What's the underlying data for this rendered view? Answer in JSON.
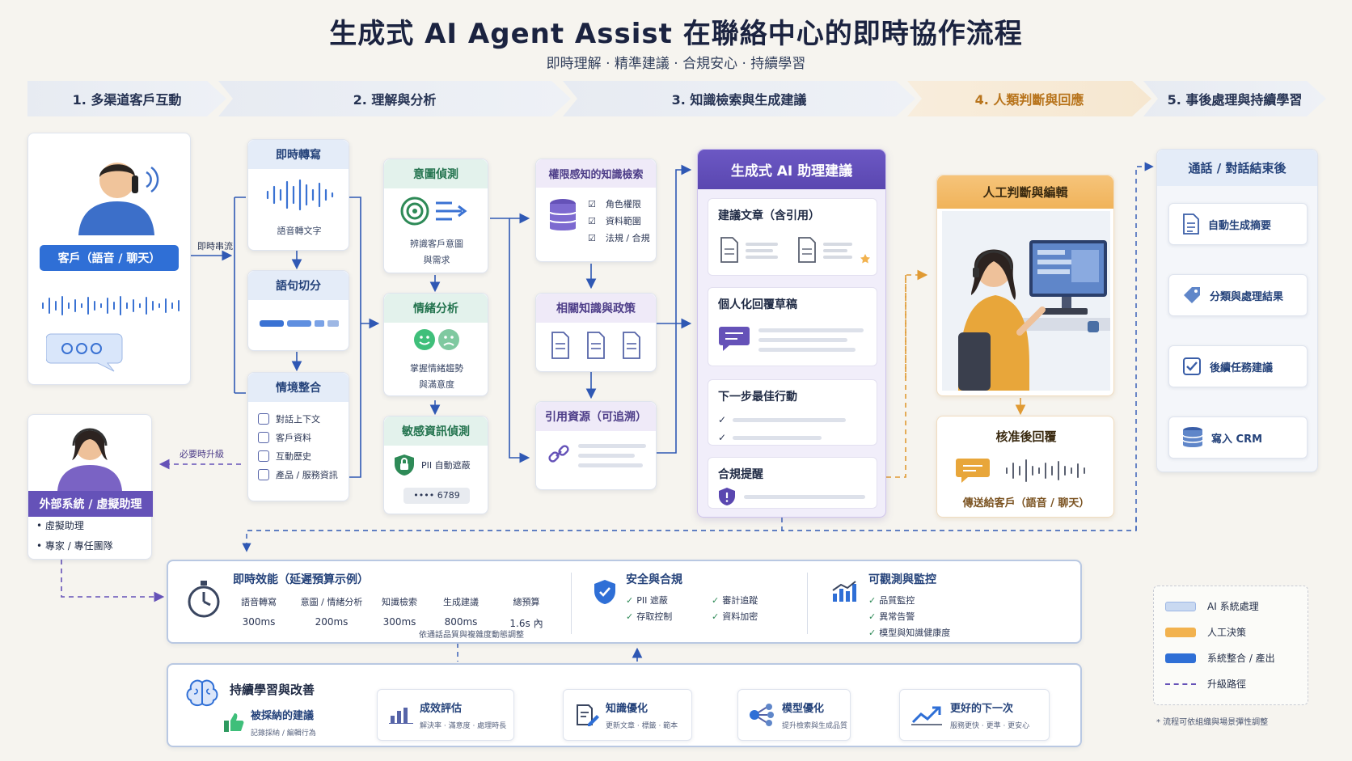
{
  "title": "生成式 AI Agent Assist 在聯絡中心的即時協作流程",
  "subtitle": "即時理解 · 精準建議 · 合規安心 · 持續學習",
  "stages": [
    "1. 多渠道客戶互動",
    "2. 理解與分析",
    "3. 知識檢索與生成建議",
    "4. 人類判斷與回應",
    "5. 事後處理與持續學習"
  ],
  "customer": {
    "label": "客戶（語音 / 聊天）"
  },
  "external": {
    "label": "外部系統 / 虛擬助理",
    "items": [
      "虛擬助理",
      "專家 / 專任團隊"
    ]
  },
  "flow_labels": {
    "stream": "即時串流",
    "escalate": "必要時升級"
  },
  "understand": {
    "transcribe": {
      "title": "即時轉寫",
      "desc": "語音轉文字"
    },
    "segment": {
      "title": "語句切分"
    },
    "context": {
      "title": "情境整合",
      "items": [
        "對話上下文",
        "客戶資料",
        "互動歷史",
        "產品 / 服務資訊"
      ]
    },
    "intent": {
      "title": "意圖偵測",
      "desc1": "辨識客戶意圖",
      "desc2": "與需求"
    },
    "sentiment": {
      "title": "情緒分析",
      "desc1": "掌握情緒趨勢",
      "desc2": "與滿意度"
    },
    "sensitive": {
      "title": "敏感資訊偵測",
      "pii": "PII 自動遮蔽",
      "masked": "•••• 6789"
    }
  },
  "knowledge": {
    "search": {
      "title": "權限感知的知識檢索",
      "items": [
        "角色權限",
        "資料範圍",
        "法規 / 合規"
      ]
    },
    "related": {
      "title": "相關知識與政策"
    },
    "sources": {
      "title": "引用資源（可追溯）"
    }
  },
  "ai": {
    "title": "生成式 AI 助理建議",
    "article": "建議文章（含引用）",
    "draft": "個人化回覆草稿",
    "next": "下一步最佳行動",
    "compliance": "合規提醒"
  },
  "human": {
    "title": "人工判斷與編輯",
    "approved": "核准後回覆",
    "send": "傳送給客戶（語音 / 聊天）"
  },
  "post": {
    "title": "通話 / 對話結束後",
    "items": [
      "自動生成摘要",
      "分類與處理結果",
      "後續任務建議",
      "寫入 CRM"
    ]
  },
  "latency": {
    "title": "即時效能（延遲預算示例）",
    "columns": [
      {
        "label": "語音轉寫",
        "value": "300ms"
      },
      {
        "label": "意圖 / 情緒分析",
        "value": "200ms"
      },
      {
        "label": "知識檢索",
        "value": "300ms"
      },
      {
        "label": "生成建議",
        "value": "800ms"
      },
      {
        "label": "總預算",
        "value": "1.6s 內"
      }
    ],
    "note": "依通話品質與複雜度動態調整"
  },
  "security": {
    "title": "安全與合規",
    "items": [
      "PII 遮蔽",
      "審計追蹤",
      "存取控制",
      "資料加密"
    ]
  },
  "observability": {
    "title": "可觀測與監控",
    "items": [
      "品質監控",
      "異常告警",
      "模型與知識健康度"
    ]
  },
  "learning": {
    "title": "持續學習與改善",
    "steps": [
      {
        "title": "被採納的建議",
        "desc": "記錄採納 / 編輯行為"
      },
      {
        "title": "成效評估",
        "desc": "解決率 · 滿意度 · 處理時長"
      },
      {
        "title": "知識優化",
        "desc": "更新文章 · 標籤 · 範本"
      },
      {
        "title": "模型優化",
        "desc": "提升檢索與生成品質"
      },
      {
        "title": "更好的下一次",
        "desc": "服務更快 · 更準 · 更安心"
      }
    ]
  },
  "legend": {
    "items": [
      {
        "label": "AI 系統處理",
        "color": "#c9d9f1"
      },
      {
        "label": "人工決策",
        "color": "#f2b24e"
      },
      {
        "label": "系統整合 / 產出",
        "color": "#2f6fd6"
      },
      {
        "label": "升級路徑",
        "color": "#6552b8"
      }
    ],
    "note": "* 流程可依組織與場景彈性調整"
  },
  "colors": {
    "primary": "#2f6fd6",
    "purple": "#6552b8",
    "orange": "#f0b35a",
    "green": "#2e8a57"
  }
}
